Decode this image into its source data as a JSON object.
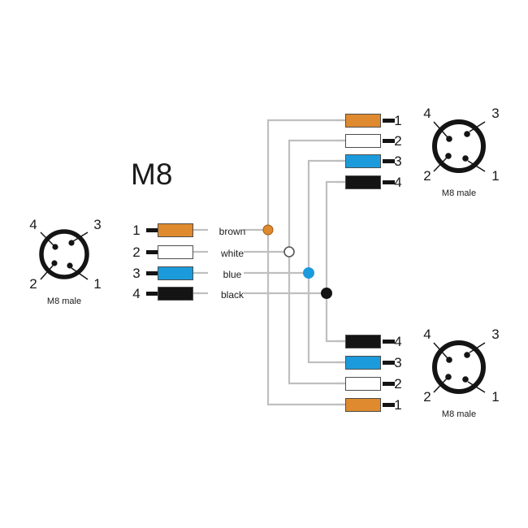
{
  "diagram": {
    "title": "M8",
    "wire_color_hex": "#bfbfbf",
    "accent": {
      "brown": "#df8a2e",
      "white": "#ffffff",
      "blue": "#1c9bdc",
      "black": "#141414"
    }
  },
  "legend": {
    "rows": [
      {
        "pin": "1",
        "name": "brown",
        "color": "#df8a2e"
      },
      {
        "pin": "2",
        "name": "white",
        "color": "#ffffff"
      },
      {
        "pin": "3",
        "name": "blue",
        "color": "#1c9bdc"
      },
      {
        "pin": "4",
        "name": "black",
        "color": "#141414"
      }
    ]
  },
  "connectors": {
    "left": {
      "caption": "M8 male",
      "pins": [
        {
          "label": "4",
          "pos": "top-left"
        },
        {
          "label": "3",
          "pos": "top-right"
        },
        {
          "label": "2",
          "pos": "bottom-left"
        },
        {
          "label": "1",
          "pos": "bottom-right"
        }
      ]
    },
    "top_right": {
      "caption": "M8 male",
      "pins": [
        {
          "label": "4",
          "pos": "top-left"
        },
        {
          "label": "3",
          "pos": "top-right"
        },
        {
          "label": "2",
          "pos": "bottom-left"
        },
        {
          "label": "1",
          "pos": "bottom-right"
        }
      ],
      "rows": [
        {
          "pin": "1",
          "color": "#df8a2e"
        },
        {
          "pin": "2",
          "color": "#ffffff"
        },
        {
          "pin": "3",
          "color": "#1c9bdc"
        },
        {
          "pin": "4",
          "color": "#141414"
        }
      ]
    },
    "bottom_right": {
      "caption": "M8 male",
      "pins": [
        {
          "label": "4",
          "pos": "top-left"
        },
        {
          "label": "3",
          "pos": "top-right"
        },
        {
          "label": "2",
          "pos": "bottom-left"
        },
        {
          "label": "1",
          "pos": "bottom-right"
        }
      ],
      "rows": [
        {
          "pin": "4",
          "color": "#141414"
        },
        {
          "pin": "3",
          "color": "#1c9bdc"
        },
        {
          "pin": "2",
          "color": "#ffffff"
        },
        {
          "pin": "1",
          "color": "#df8a2e"
        }
      ]
    }
  },
  "junctions": [
    {
      "name": "brown",
      "fill": "#df8a2e",
      "filled": true
    },
    {
      "name": "white",
      "fill": "#ffffff",
      "filled": false
    },
    {
      "name": "blue",
      "fill": "#1c9bdc",
      "filled": true
    },
    {
      "name": "black",
      "fill": "#141414",
      "filled": true
    }
  ]
}
